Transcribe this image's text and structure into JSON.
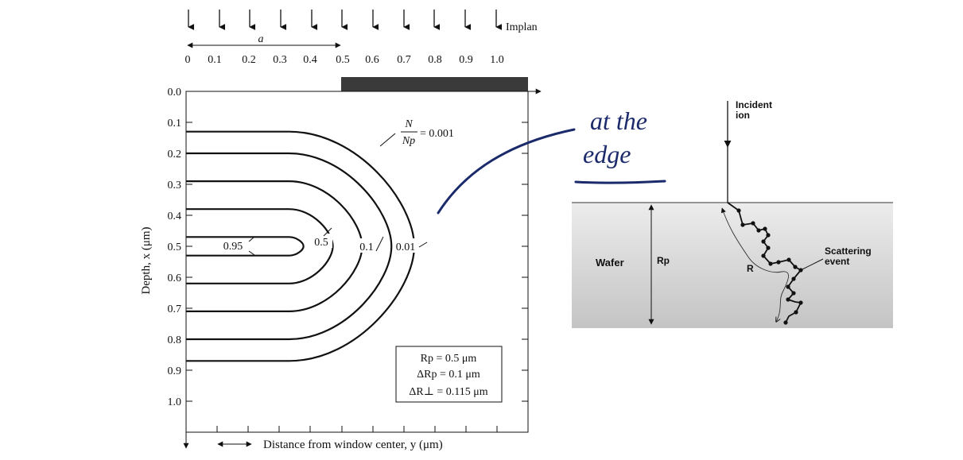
{
  "contour_plot": {
    "implant_label": "Implan",
    "mask_width_label": "a",
    "y_ticks_top": [
      "0",
      "0.1",
      "0.2",
      "0.3",
      "0.4",
      "0.5",
      "0.6",
      "0.7",
      "0.8",
      "0.9",
      "1.0"
    ],
    "depth_ticks": [
      "0.0",
      "0.1",
      "0.2",
      "0.3",
      "0.4",
      "0.5",
      "0.6",
      "0.7",
      "0.8",
      "0.9",
      "1.0"
    ],
    "ylabel": "Depth, x (μm)",
    "xlabel": "Distance from window center, y (μm)",
    "ratio_numerator": "N",
    "ratio_denominator": "Np",
    "ratio_value": "= 0.001",
    "contour_labels": [
      "0.95",
      "0.5",
      "0.1",
      "0.01"
    ],
    "params": [
      "Rp = 0.5 μm",
      "ΔRp = 0.1 μm",
      "ΔR⊥ = 0.115 μm"
    ],
    "contours": [
      {
        "level": "0.001",
        "x_top": 0.13,
        "x_bottom": 0.87,
        "y_end": 0.5
      },
      {
        "level": "0.01",
        "x_top": 0.2,
        "x_bottom": 0.8,
        "y_end": 0.5
      },
      {
        "level": "0.1",
        "x_top": 0.29,
        "x_bottom": 0.71,
        "y_end": 0.5
      },
      {
        "level": "0.5",
        "x_top": 0.38,
        "x_bottom": 0.62,
        "y_end": 0.5
      },
      {
        "level": "0.95",
        "x_top": 0.47,
        "x_bottom": 0.53,
        "y_end": 0.5
      }
    ]
  },
  "annotation": {
    "line1": "at the",
    "line2": "edge"
  },
  "scatter_diagram": {
    "incident_label_1": "Incident",
    "incident_label_2": "ion",
    "wafer_label": "Wafer",
    "rp_label": "Rp",
    "r_label": "R",
    "event_label_1": "Scattering",
    "event_label_2": "event"
  }
}
